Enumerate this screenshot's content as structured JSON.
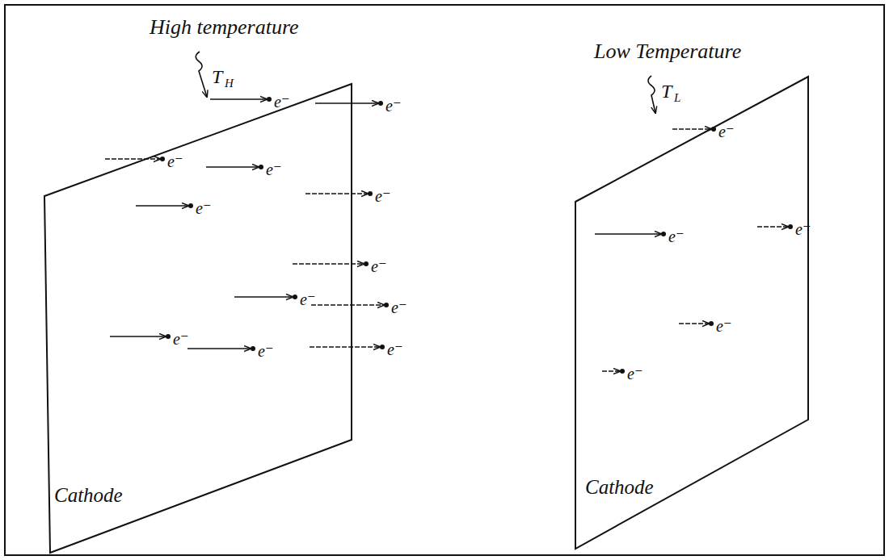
{
  "diagram": {
    "nodes": [
      {
        "text": [
          "Cathode"
        ]
      },
      {
        "text": [
          "Cathode"
        ]
      }
    ],
    "labels": [
      "High temperature",
      "T",
      "H",
      "Low Temperature",
      "T",
      "L",
      "e⁻",
      "e⁻",
      "e⁻",
      "e⁻",
      "e⁻",
      "e⁻",
      "e⁻",
      "e⁻",
      "e⁻",
      "e⁻",
      "e⁻",
      "e⁻",
      "e⁻",
      "e⁻",
      "e⁻",
      "e⁻",
      "e⁻"
    ]
  }
}
